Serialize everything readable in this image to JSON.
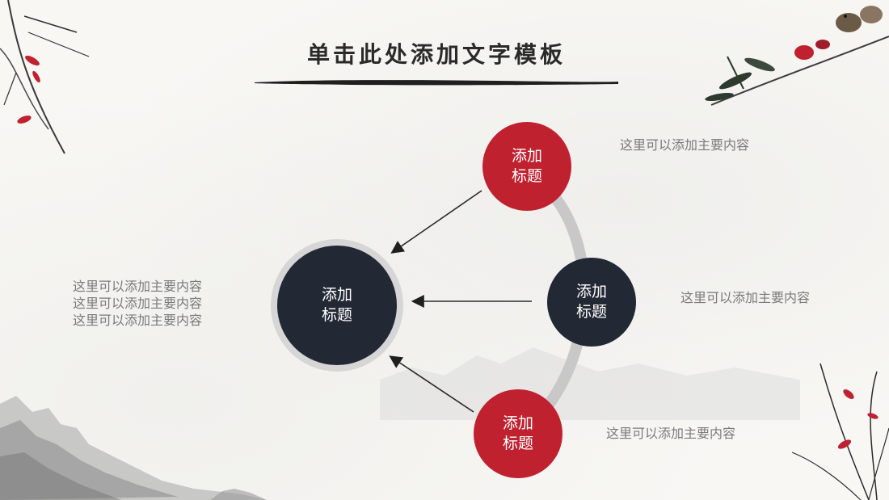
{
  "title": "单击此处添加文字模板",
  "colors": {
    "accent_red": "#c0212f",
    "navy": "#232835",
    "ring_gray": "#c8c8c8",
    "text_gray": "#7a7a7a"
  },
  "center_node": {
    "line1": "添加",
    "line2": "标题"
  },
  "nodes": [
    {
      "line1": "添加",
      "line2": "标题",
      "color": "red"
    },
    {
      "line1": "添加",
      "line2": "标题",
      "color": "navy"
    },
    {
      "line1": "添加",
      "line2": "标题",
      "color": "red"
    }
  ],
  "descriptions": {
    "top": "这里可以添加主要内容",
    "middle": "这里可以添加主要内容",
    "bottom": "这里可以添加主要内容",
    "left": [
      "这里可以添加主要内容",
      "这里可以添加主要内容",
      "这里可以添加主要内容"
    ]
  },
  "icons": [
    "bamboo-branch-icon",
    "bird-on-branch-icon",
    "orchid-icon",
    "ink-mountain-icon"
  ]
}
